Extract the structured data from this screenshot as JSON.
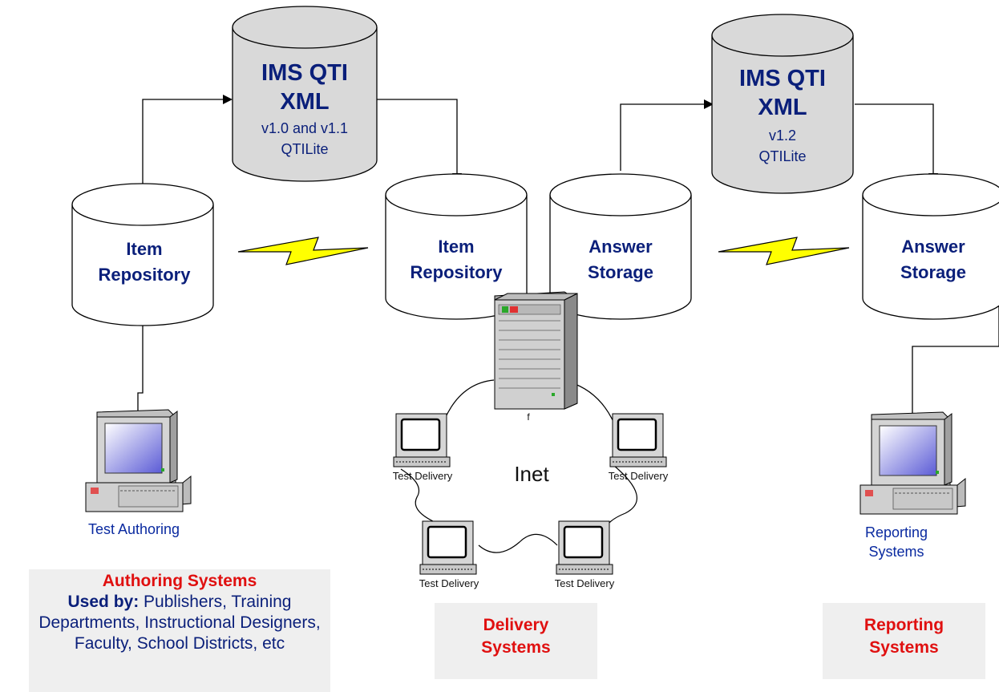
{
  "left_db": {
    "title_line1": "IMS QTI",
    "title_line2": "XML",
    "sub_line1": "v1.0 and v1.1",
    "sub_line2": "QTILite"
  },
  "right_db": {
    "title_line1": "IMS QTI",
    "title_line2": "XML",
    "sub_line1": "v1.2",
    "sub_line2": "QTILite"
  },
  "repositories": {
    "authoring": [
      "Item",
      "Repository"
    ],
    "delivery_item": [
      "Item",
      "Repository"
    ],
    "delivery_answer": [
      "Answer",
      "Storage"
    ],
    "reporting": [
      "Answer",
      "Storage"
    ]
  },
  "labels": {
    "test_authoring": "Test Authoring",
    "reporting_systems": [
      "Reporting",
      "Systems"
    ],
    "server_caption": "f",
    "network": "Inet",
    "test_delivery": "Test Delivery"
  },
  "info_boxes": {
    "authoring": {
      "title": "Authoring Systems",
      "used_by_label": "Used by:",
      "used_by_text": " Publishers, Training Departments, Instructional Designers, Faculty, School Districts, etc"
    },
    "delivery": [
      "Delivery",
      "Systems"
    ],
    "reporting": [
      "Reporting",
      "Systems"
    ]
  },
  "colors": {
    "dark_blue": "#0a1f7a",
    "red": "#e01010",
    "lightning": "#ffff00",
    "cylinder_gray": "#d9d9d9",
    "box_gray": "#efefef"
  }
}
